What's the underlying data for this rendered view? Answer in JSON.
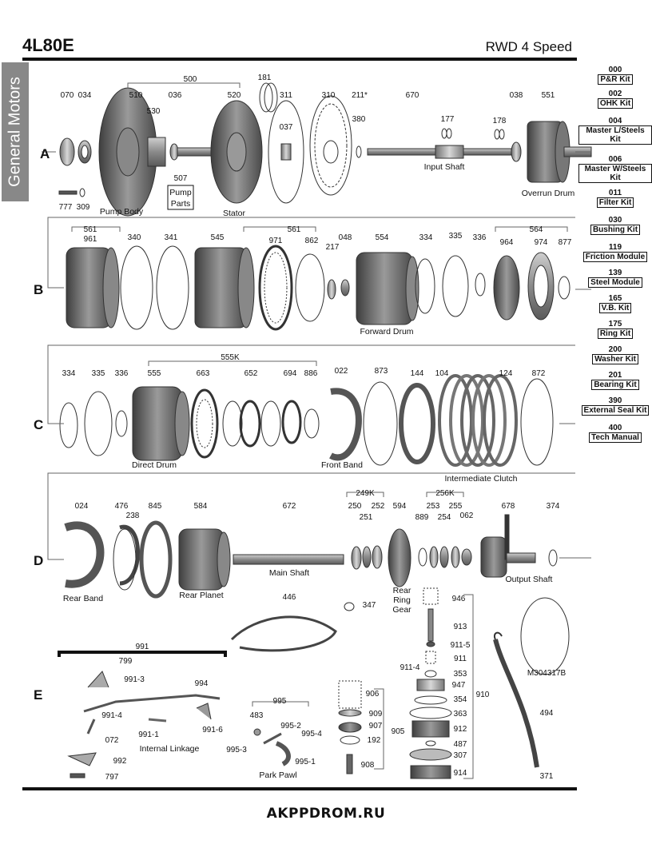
{
  "header": {
    "title": "4L80E",
    "subtitle": "RWD 4 Speed",
    "vendor": "General Motors"
  },
  "footer": {
    "site": "AKPPDROM.RU"
  },
  "rows": [
    "A",
    "B",
    "C",
    "D",
    "E"
  ],
  "kits": [
    {
      "num": "000",
      "label": "P&R Kit"
    },
    {
      "num": "002",
      "label": "OHK Kit"
    },
    {
      "num": "004",
      "label": "Master L/Steels Kit"
    },
    {
      "num": "006",
      "label": "Master W/Steels Kit"
    },
    {
      "num": "011",
      "label": "Filter Kit"
    },
    {
      "num": "030",
      "label": "Bushing Kit"
    },
    {
      "num": "119",
      "label": "Friction Module"
    },
    {
      "num": "139",
      "label": "Steel Module"
    },
    {
      "num": "165",
      "label": "V.B. Kit"
    },
    {
      "num": "175",
      "label": "Ring Kit"
    },
    {
      "num": "200",
      "label": "Washer Kit"
    },
    {
      "num": "201",
      "label": "Bearing Kit"
    },
    {
      "num": "390",
      "label": "External Seal Kit"
    },
    {
      "num": "400",
      "label": "Tech Manual"
    }
  ],
  "parts": {
    "A": [
      "070",
      "034",
      "500",
      "510",
      "530",
      "036",
      "520",
      "181",
      "311",
      "037",
      "310",
      "211*",
      "380",
      "670",
      "177",
      "178",
      "038",
      "551",
      "507",
      "777",
      "309"
    ],
    "B": [
      "561",
      "961",
      "340",
      "341",
      "545",
      "561",
      "971",
      "862",
      "217",
      "048",
      "554",
      "334",
      "335",
      "336",
      "564",
      "964",
      "974",
      "877"
    ],
    "C": [
      "555K",
      "334",
      "335",
      "336",
      "555",
      "663",
      "652",
      "694",
      "886",
      "022",
      "873",
      "144",
      "104",
      "124",
      "872"
    ],
    "D": [
      "024",
      "476",
      "238",
      "845",
      "584",
      "672",
      "249K",
      "250",
      "251",
      "252",
      "594",
      "889",
      "256K",
      "253",
      "254",
      "255",
      "062",
      "678",
      "374"
    ],
    "E": [
      "991",
      "799",
      "991-3",
      "994",
      "991-4",
      "072",
      "991-1",
      "991-6",
      "992",
      "797",
      "446",
      "347",
      "995",
      "483",
      "995-2",
      "995-4",
      "995-3",
      "995-1",
      "906",
      "909",
      "907",
      "192",
      "905",
      "908",
      "946",
      "913",
      "911-5",
      "911",
      "911-4",
      "353",
      "947",
      "354",
      "363",
      "912",
      "487",
      "307",
      "914",
      "910",
      "494",
      "371",
      "M304317B"
    ]
  },
  "captions": {
    "pump_body": "Pump Body",
    "pump_parts": "Pump Parts",
    "stator": "Stator",
    "input_shaft": "Input Shaft",
    "overrun_drum": "Overrun Drum",
    "forward_drum": "Forward Drum",
    "direct_drum": "Direct Drum",
    "front_band": "Front Band",
    "intermediate_clutch": "Intermediate Clutch",
    "rear_band": "Rear Band",
    "rear_planet": "Rear Planet",
    "main_shaft": "Main Shaft",
    "rear_ring_gear": "Rear Ring Gear",
    "output_shaft": "Output Shaft",
    "internal_linkage": "Internal Linkage",
    "park_pawl": "Park Pawl"
  }
}
